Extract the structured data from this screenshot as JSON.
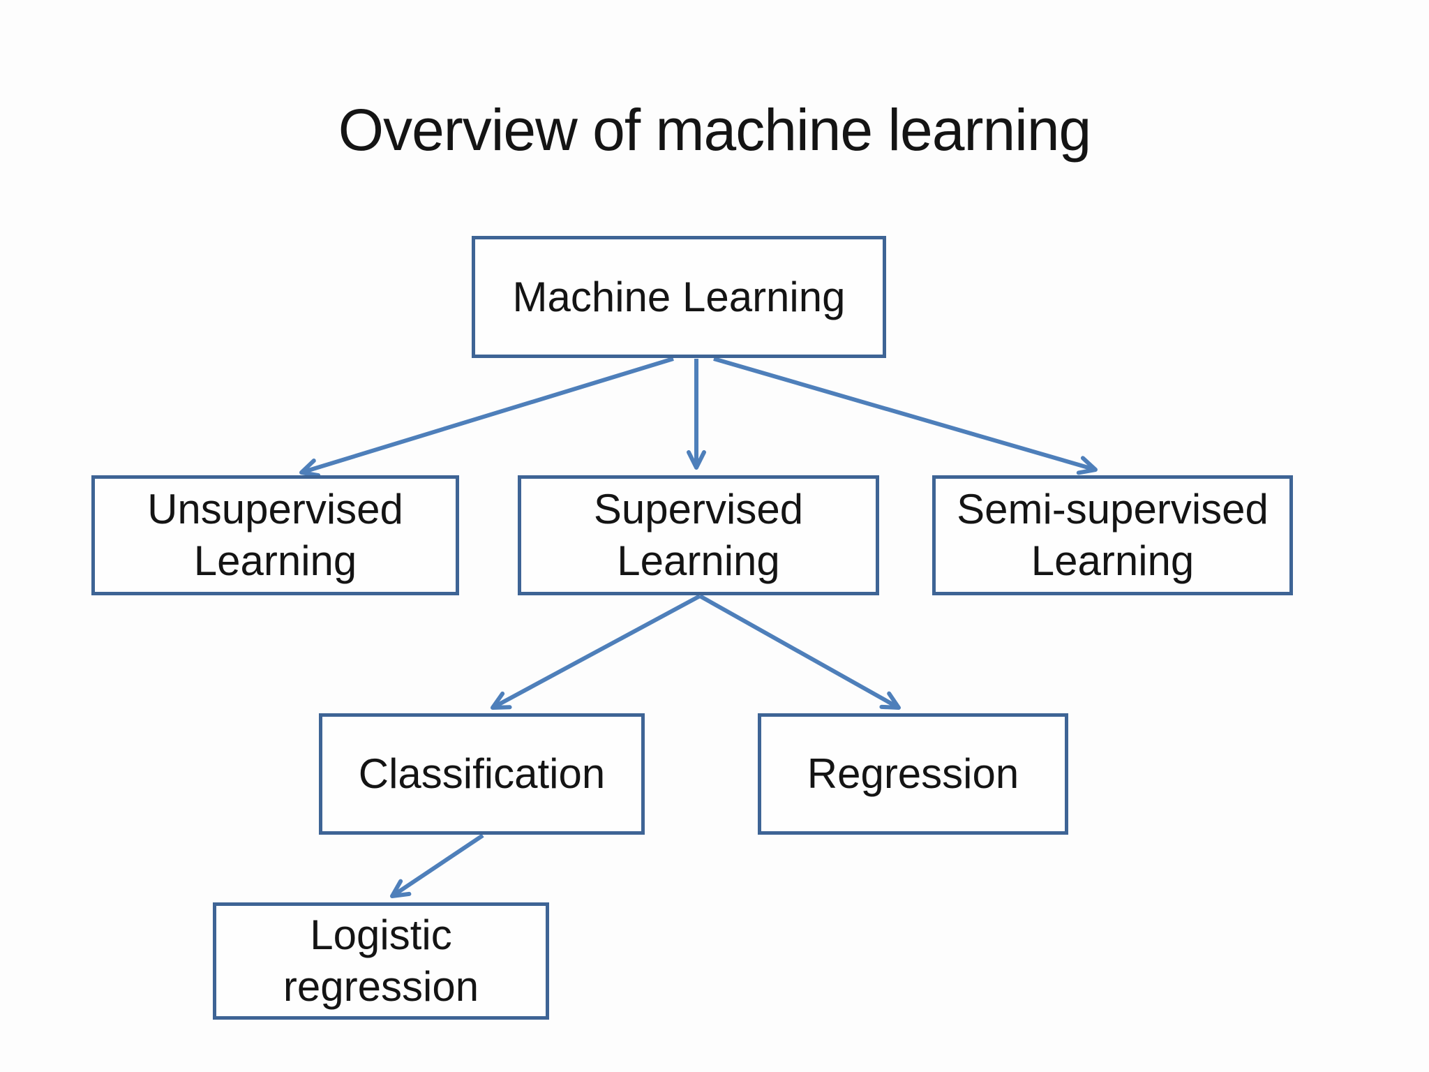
{
  "slide": {
    "title": "Overview of machine learning"
  },
  "colors": {
    "background": "#fdfdfd",
    "box_fill": "#fefefe",
    "box_border": "#3e6495",
    "arrow": "#4e7fba",
    "text": "#141414"
  },
  "diagram": {
    "type": "tree-flowchart",
    "nodes": [
      {
        "id": "machine-learning",
        "label": "Machine Learning"
      },
      {
        "id": "unsupervised-learning",
        "label": "Unsupervised Learning"
      },
      {
        "id": "supervised-learning",
        "label": "Supervised Learning"
      },
      {
        "id": "semi-supervised-learning",
        "label": "Semi-supervised Learning"
      },
      {
        "id": "classification",
        "label": "Classification"
      },
      {
        "id": "regression",
        "label": "Regression"
      },
      {
        "id": "logistic-regression",
        "label": "Logistic regression"
      }
    ],
    "edges": [
      {
        "from": "machine-learning",
        "to": "unsupervised-learning"
      },
      {
        "from": "machine-learning",
        "to": "supervised-learning"
      },
      {
        "from": "machine-learning",
        "to": "semi-supervised-learning"
      },
      {
        "from": "supervised-learning",
        "to": "classification"
      },
      {
        "from": "supervised-learning",
        "to": "regression"
      },
      {
        "from": "classification",
        "to": "logistic-regression"
      }
    ]
  }
}
